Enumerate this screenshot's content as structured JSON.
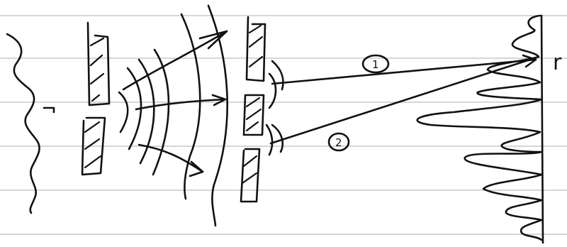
{
  "labels": {
    "path_1": "1",
    "path_2": "2",
    "point_marker": "r"
  }
}
